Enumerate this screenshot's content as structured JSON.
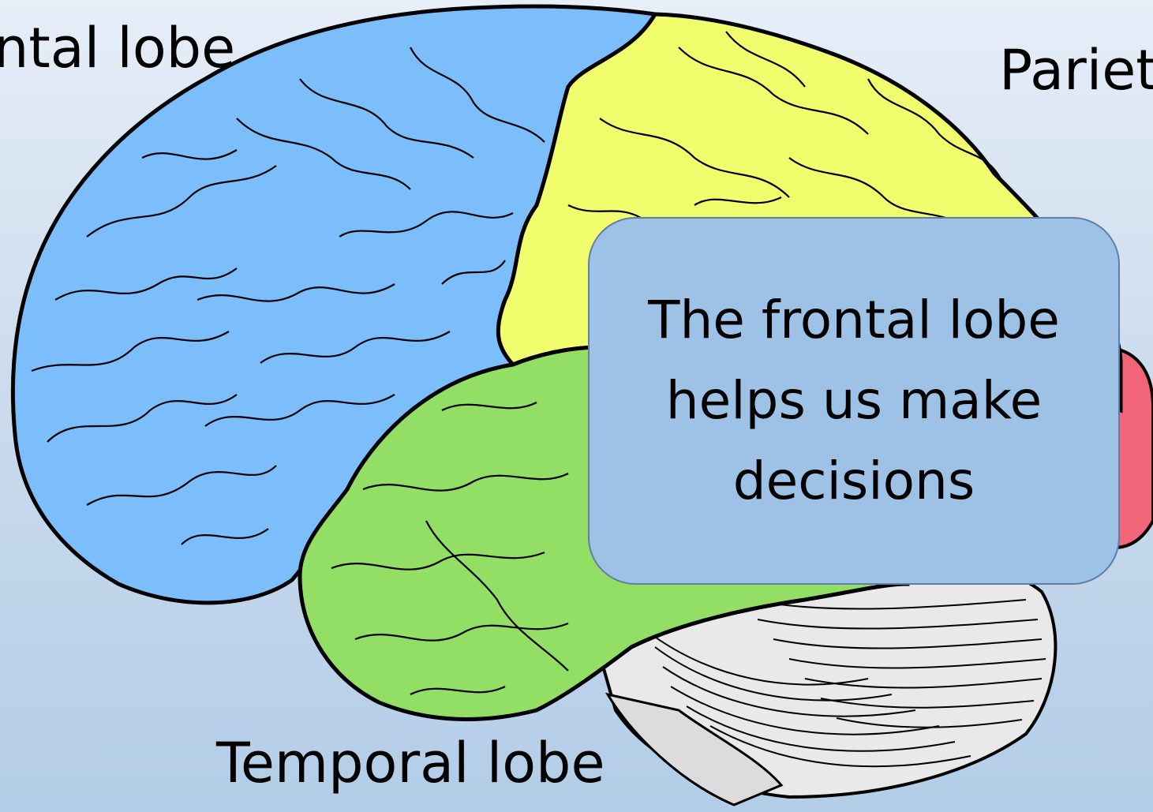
{
  "labels": {
    "frontal": "ntal lobe",
    "parietal": "Pariet",
    "temporal": "Temporal lobe"
  },
  "callout": {
    "text": "The frontal lobe helps us make decisions"
  },
  "colors": {
    "frontal_lobe": "#7cbdfb",
    "parietal_lobe": "#f1fd6c",
    "temporal_lobe": "#93df66",
    "occipital_lobe": "#f26579",
    "cerebellum": "#e9e9e9",
    "callout_fill": "#9ec2e6",
    "callout_border": "#5f7fa8"
  }
}
